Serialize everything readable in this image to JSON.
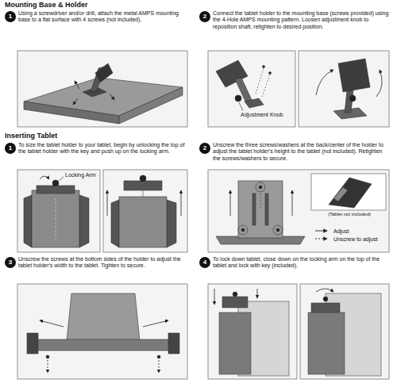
{
  "diagram": {
    "nodes": [
      {
        "text": [
          "1"
        ]
      },
      {
        "text": [
          "2"
        ]
      },
      {
        "text": [
          "1"
        ]
      },
      {
        "text": [
          "2"
        ]
      },
      {
        "text": [
          "3"
        ]
      },
      {
        "text": [
          "4"
        ]
      }
    ],
    "labels": [
      "Mounting Base & Holder",
      "Using a screwdriver and/or drill, attach the metal AMPS mounting base to a flat surface with 4 screws (not included).",
      "Connect the tablet holder to the mounting base (screws provided) using the 4-Hole AMPS mounting pattern. Loosen adjustment knob to reposition shaft, retighten to desired position.",
      "Adjustment Knob",
      "Inserting Tablet",
      "To size the tablet holder to your tablet, begin by unlocking the top of the tablet holder with the key and push up on the locking arm.",
      "Locking Arm",
      "Unscrew the three screws/washers at the back/center of the holder to adjust the tablet holder's height to the tablet (not included). Retighten the screws/washers to secure.",
      "(Tablet not included)",
      "Unscrew the screws at the bottom sides of the holder to adjust the tablet holder's width to the tablet. Tighten to secure.",
      "To lock down tablet, close down on the locking arm on the top of the tablet and lock with key (included)."
    ],
    "legend": [
      {
        "text": "Adjust"
      },
      {
        "text": "Unscrew to adjust"
      }
    ]
  }
}
